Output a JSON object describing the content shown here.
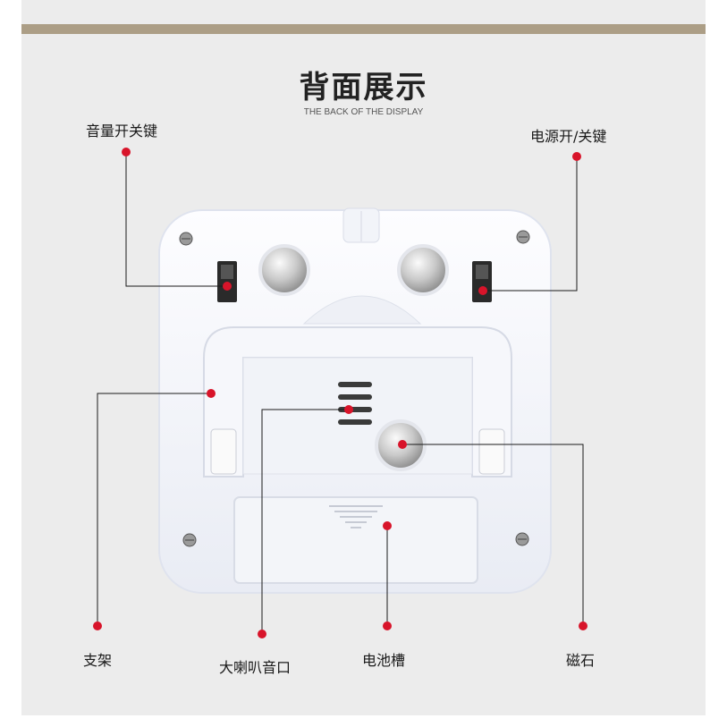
{
  "title": "背面展示",
  "subtitle": "THE BACK OF THE DISPLAY",
  "callouts": {
    "volume_switch": "音量开关键",
    "power_switch": "电源开/关键",
    "stand": "支架",
    "speaker": "大喇叭音口",
    "battery": "电池槽",
    "magnet": "磁石"
  },
  "colors": {
    "background": "#ececec",
    "band": "#ac9e86",
    "marker": "#d8142a",
    "device": "#f7f8fb"
  }
}
